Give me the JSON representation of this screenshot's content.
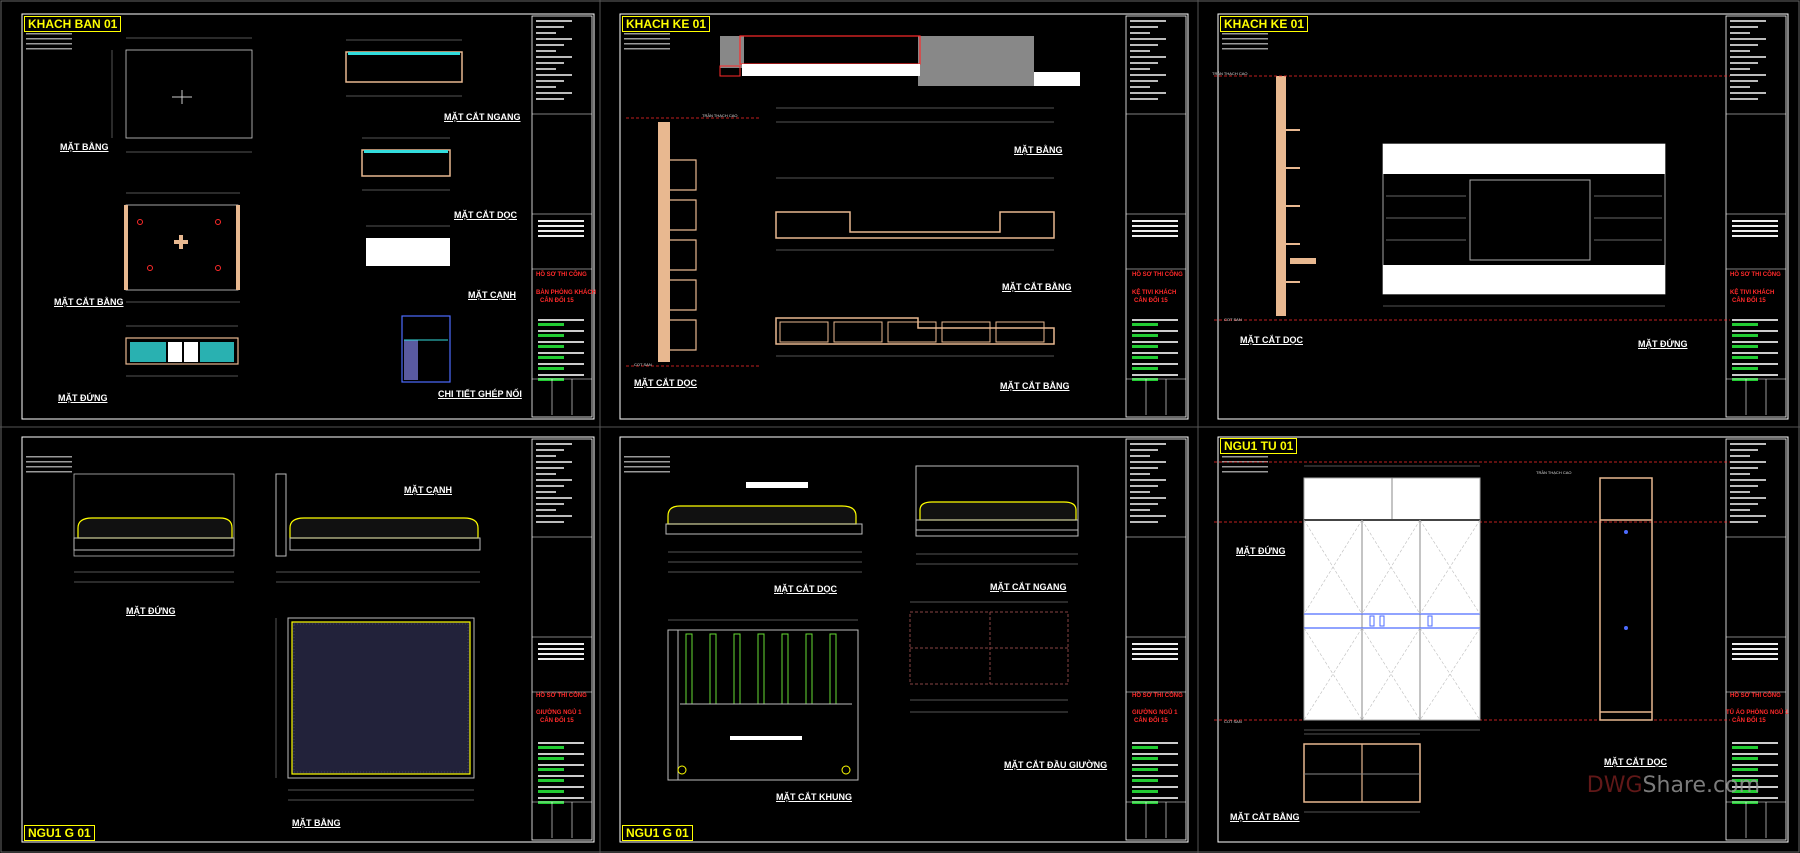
{
  "sheets": [
    {
      "tag": "KHACH BAN 01",
      "views": [
        "MẶT BẰNG",
        "MẶT CẮT NGANG",
        "MẶT CẮT DỌC",
        "MẶT CẮT BẰNG",
        "MẶT CẠNH",
        "MẶT ĐỨNG",
        "CHI TIẾT GHÉP NỐI"
      ],
      "title_block": {
        "status": "HỒ SƠ THI CÔNG",
        "item": "BÀN PHÒNG KHÁCH",
        "scale": "CÂN ĐỐI 15"
      }
    },
    {
      "tag": "KHACH KE 01",
      "views": [
        "MẶT BẰNG",
        "MẶT CẮT BẰNG",
        "MẶT CẮT DỌC",
        "MẶT CẮT BẰNG"
      ],
      "title_block": {
        "status": "HỒ SƠ THI CÔNG",
        "item": "KỆ TIVI KHÁCH",
        "scale": "CÂN ĐỐI 15"
      }
    },
    {
      "tag": "KHACH KE 01",
      "views": [
        "MẶT CẮT DỌC",
        "MẶT ĐỨNG"
      ],
      "title_block": {
        "status": "HỒ SƠ THI CÔNG",
        "item": "KỆ TIVI KHÁCH",
        "scale": "CÂN ĐỐI 15"
      }
    },
    {
      "tag": "NGU1 G 01",
      "views": [
        "MẶT CẠNH",
        "MẶT ĐỨNG",
        "MẶT BẰNG"
      ],
      "title_block": {
        "status": "HỒ SƠ THI CÔNG",
        "item": "GIƯỜNG NGỦ 1",
        "scale": "CÂN ĐỐI 15"
      }
    },
    {
      "tag": "NGU1 G 01",
      "views": [
        "MẶT CẮT DỌC",
        "MẶT CẮT NGANG",
        "MẶT CẮT KHUNG",
        "MẶT CẮT ĐẦU GIƯỜNG"
      ],
      "title_block": {
        "status": "HỒ SƠ THI CÔNG",
        "item": "GIƯỜNG NGỦ 1",
        "scale": "CÂN ĐỐI 15"
      }
    },
    {
      "tag": "NGU1 TU 01",
      "views": [
        "MẶT ĐỨNG",
        "MẶT CẮT DỌC",
        "MẶT CẮT BẰNG"
      ],
      "title_block": {
        "status": "HỒ SƠ THI CÔNG",
        "item": "TỦ ÁO PHÒNG NGỦ 1",
        "scale": "CÂN ĐỐI 15"
      }
    }
  ],
  "annotations": {
    "ceiling": "TRẦN THẠCH CAO",
    "floor": "COT SAN"
  },
  "watermark": {
    "prefix": "DWG",
    "suffix": "Share.com"
  },
  "colors": {
    "background": "#000000",
    "frame": "#ffffff",
    "tag": "#ffff00",
    "status": "#ff2a2a",
    "bar": "#22cc33",
    "wood": "#e8b890",
    "glass": "#33dddd"
  }
}
